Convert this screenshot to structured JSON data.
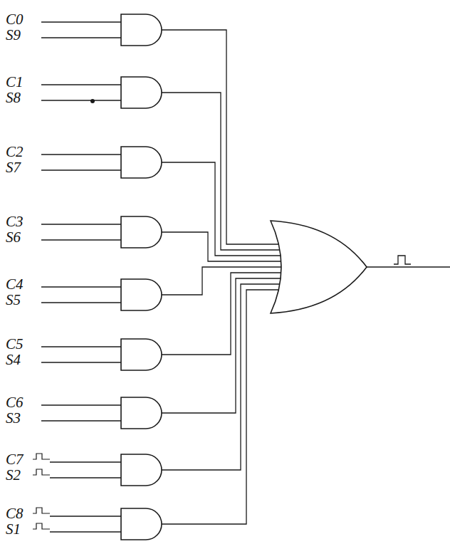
{
  "diagram": {
    "labels": [
      "C0",
      "S9",
      "C1",
      "S8",
      "C2",
      "S7",
      "C3",
      "S6",
      "C4",
      "S5",
      "C5",
      "S4",
      "C6",
      "S3",
      "C7",
      "S2",
      "C8",
      "S1"
    ]
  }
}
